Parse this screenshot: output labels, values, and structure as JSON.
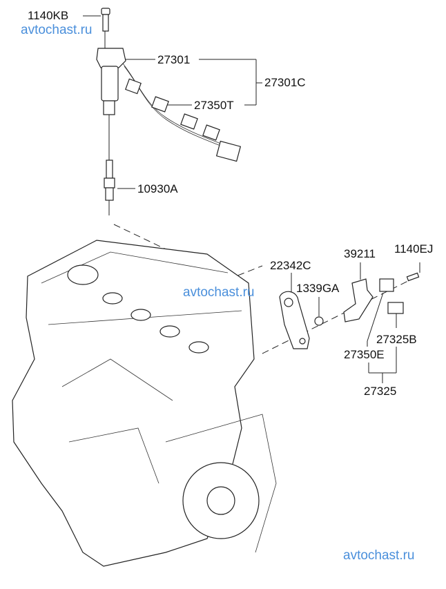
{
  "diagram": {
    "title": "Ignition coil / spark plug / knock sensor assembly",
    "labels": {
      "bolt_top": "1140KB",
      "coil": "27301",
      "coil_set": "27301C",
      "harness": "27350T",
      "spark_plug": "10930A",
      "bracket_22342C": "22342C",
      "nut_1339GA": "1339GA",
      "bracket_39211": "39211",
      "bolt_1140EJ": "1140EJ",
      "connector_27325B": "27325B",
      "sensor_27350E": "27350E",
      "sensor_assy_27325": "27325"
    },
    "watermarks": [
      "avtochast.ru",
      "avtochast.ru",
      "avtochast.ru"
    ]
  }
}
